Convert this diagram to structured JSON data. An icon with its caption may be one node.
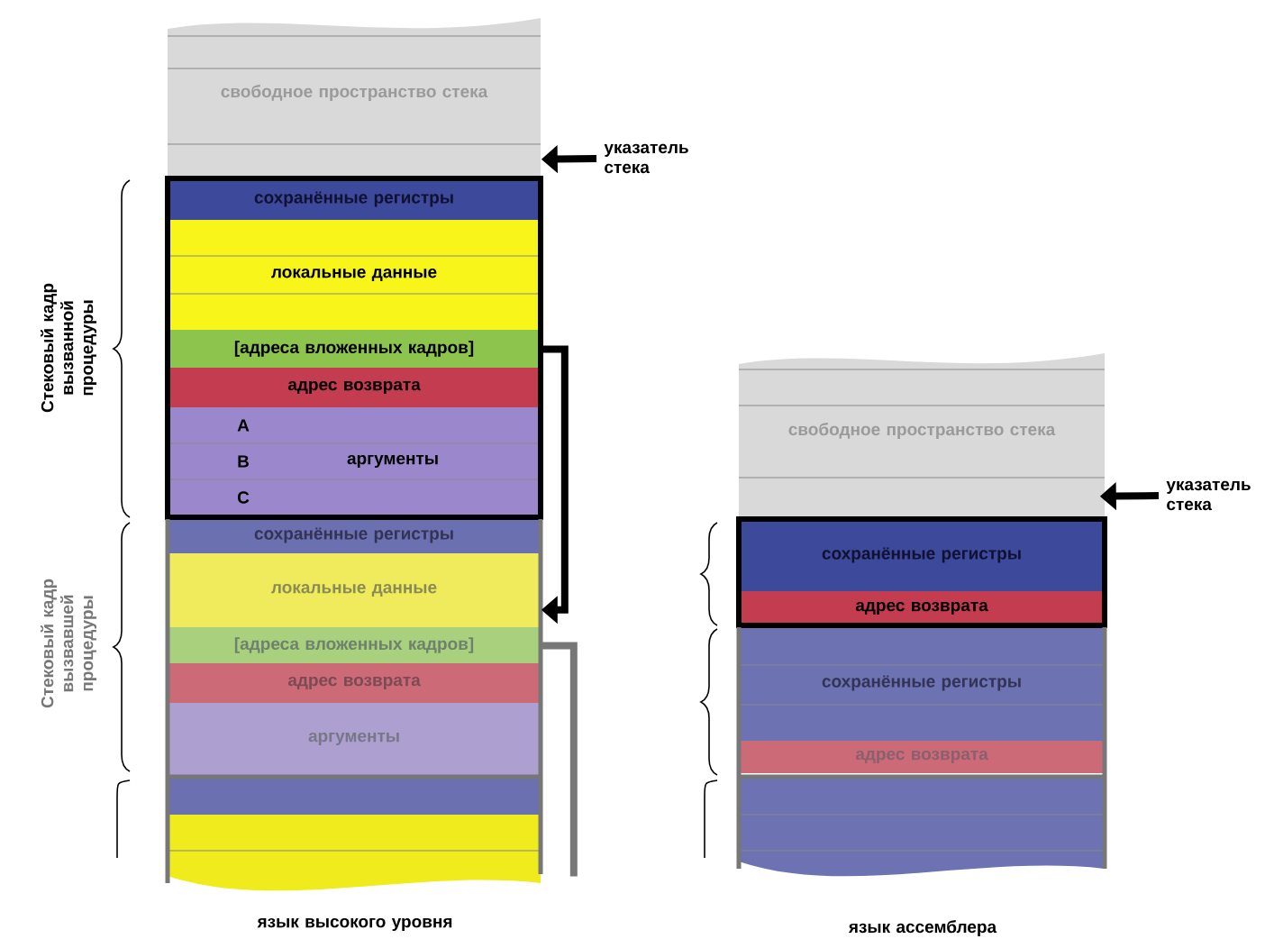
{
  "diagram": {
    "nodes": [
      {
        "text": [
          "свободное пространство стека"
        ]
      },
      {
        "text": [
          "сохранённые регистры"
        ]
      },
      {
        "text": [
          "локальные данные"
        ]
      },
      {
        "text": [
          "[адреса вложенных кадров]"
        ]
      },
      {
        "text": [
          "адрес возврата"
        ]
      },
      {
        "text": [
          "A",
          "B",
          "аргументы",
          "C"
        ]
      },
      {
        "text": [
          "сохранённые регистры"
        ]
      },
      {
        "text": [
          "локальные данные"
        ]
      },
      {
        "text": [
          "[адреса вложенных кадров]"
        ]
      },
      {
        "text": [
          "адрес возврата"
        ]
      },
      {
        "text": [
          "аргументы"
        ]
      },
      {
        "text": [],
        "shape": "box"
      },
      {
        "text": [],
        "shape": "box"
      },
      {
        "text": [
          "свободное пространство стека"
        ]
      },
      {
        "text": [
          "сохранённые регистры"
        ]
      },
      {
        "text": [
          "адрес возврата"
        ]
      },
      {
        "text": [
          "сохранённые регистры"
        ]
      },
      {
        "text": [
          "адрес возврата"
        ]
      },
      {
        "text": [],
        "shape": "box"
      },
      {
        "text": [
          "указатель стека"
        ]
      },
      {
        "text": [
          "указатель стека"
        ]
      }
    ],
    "edges": [
      {
        "from": 3,
        "to": 7,
        "arrow": "to"
      },
      {
        "from": 8,
        "to": null,
        "arrow": "none",
        "color": "#777777"
      },
      {
        "from": 19,
        "to": 0,
        "arrow": "to"
      },
      {
        "from": 20,
        "to": 13,
        "arrow": "to"
      }
    ],
    "labels": [
      "Стековый кадр вызванной процедуры",
      "Стековый кадр вызвавшей процедуры",
      "язык высокого уровня",
      "язык ассемблера"
    ]
  }
}
